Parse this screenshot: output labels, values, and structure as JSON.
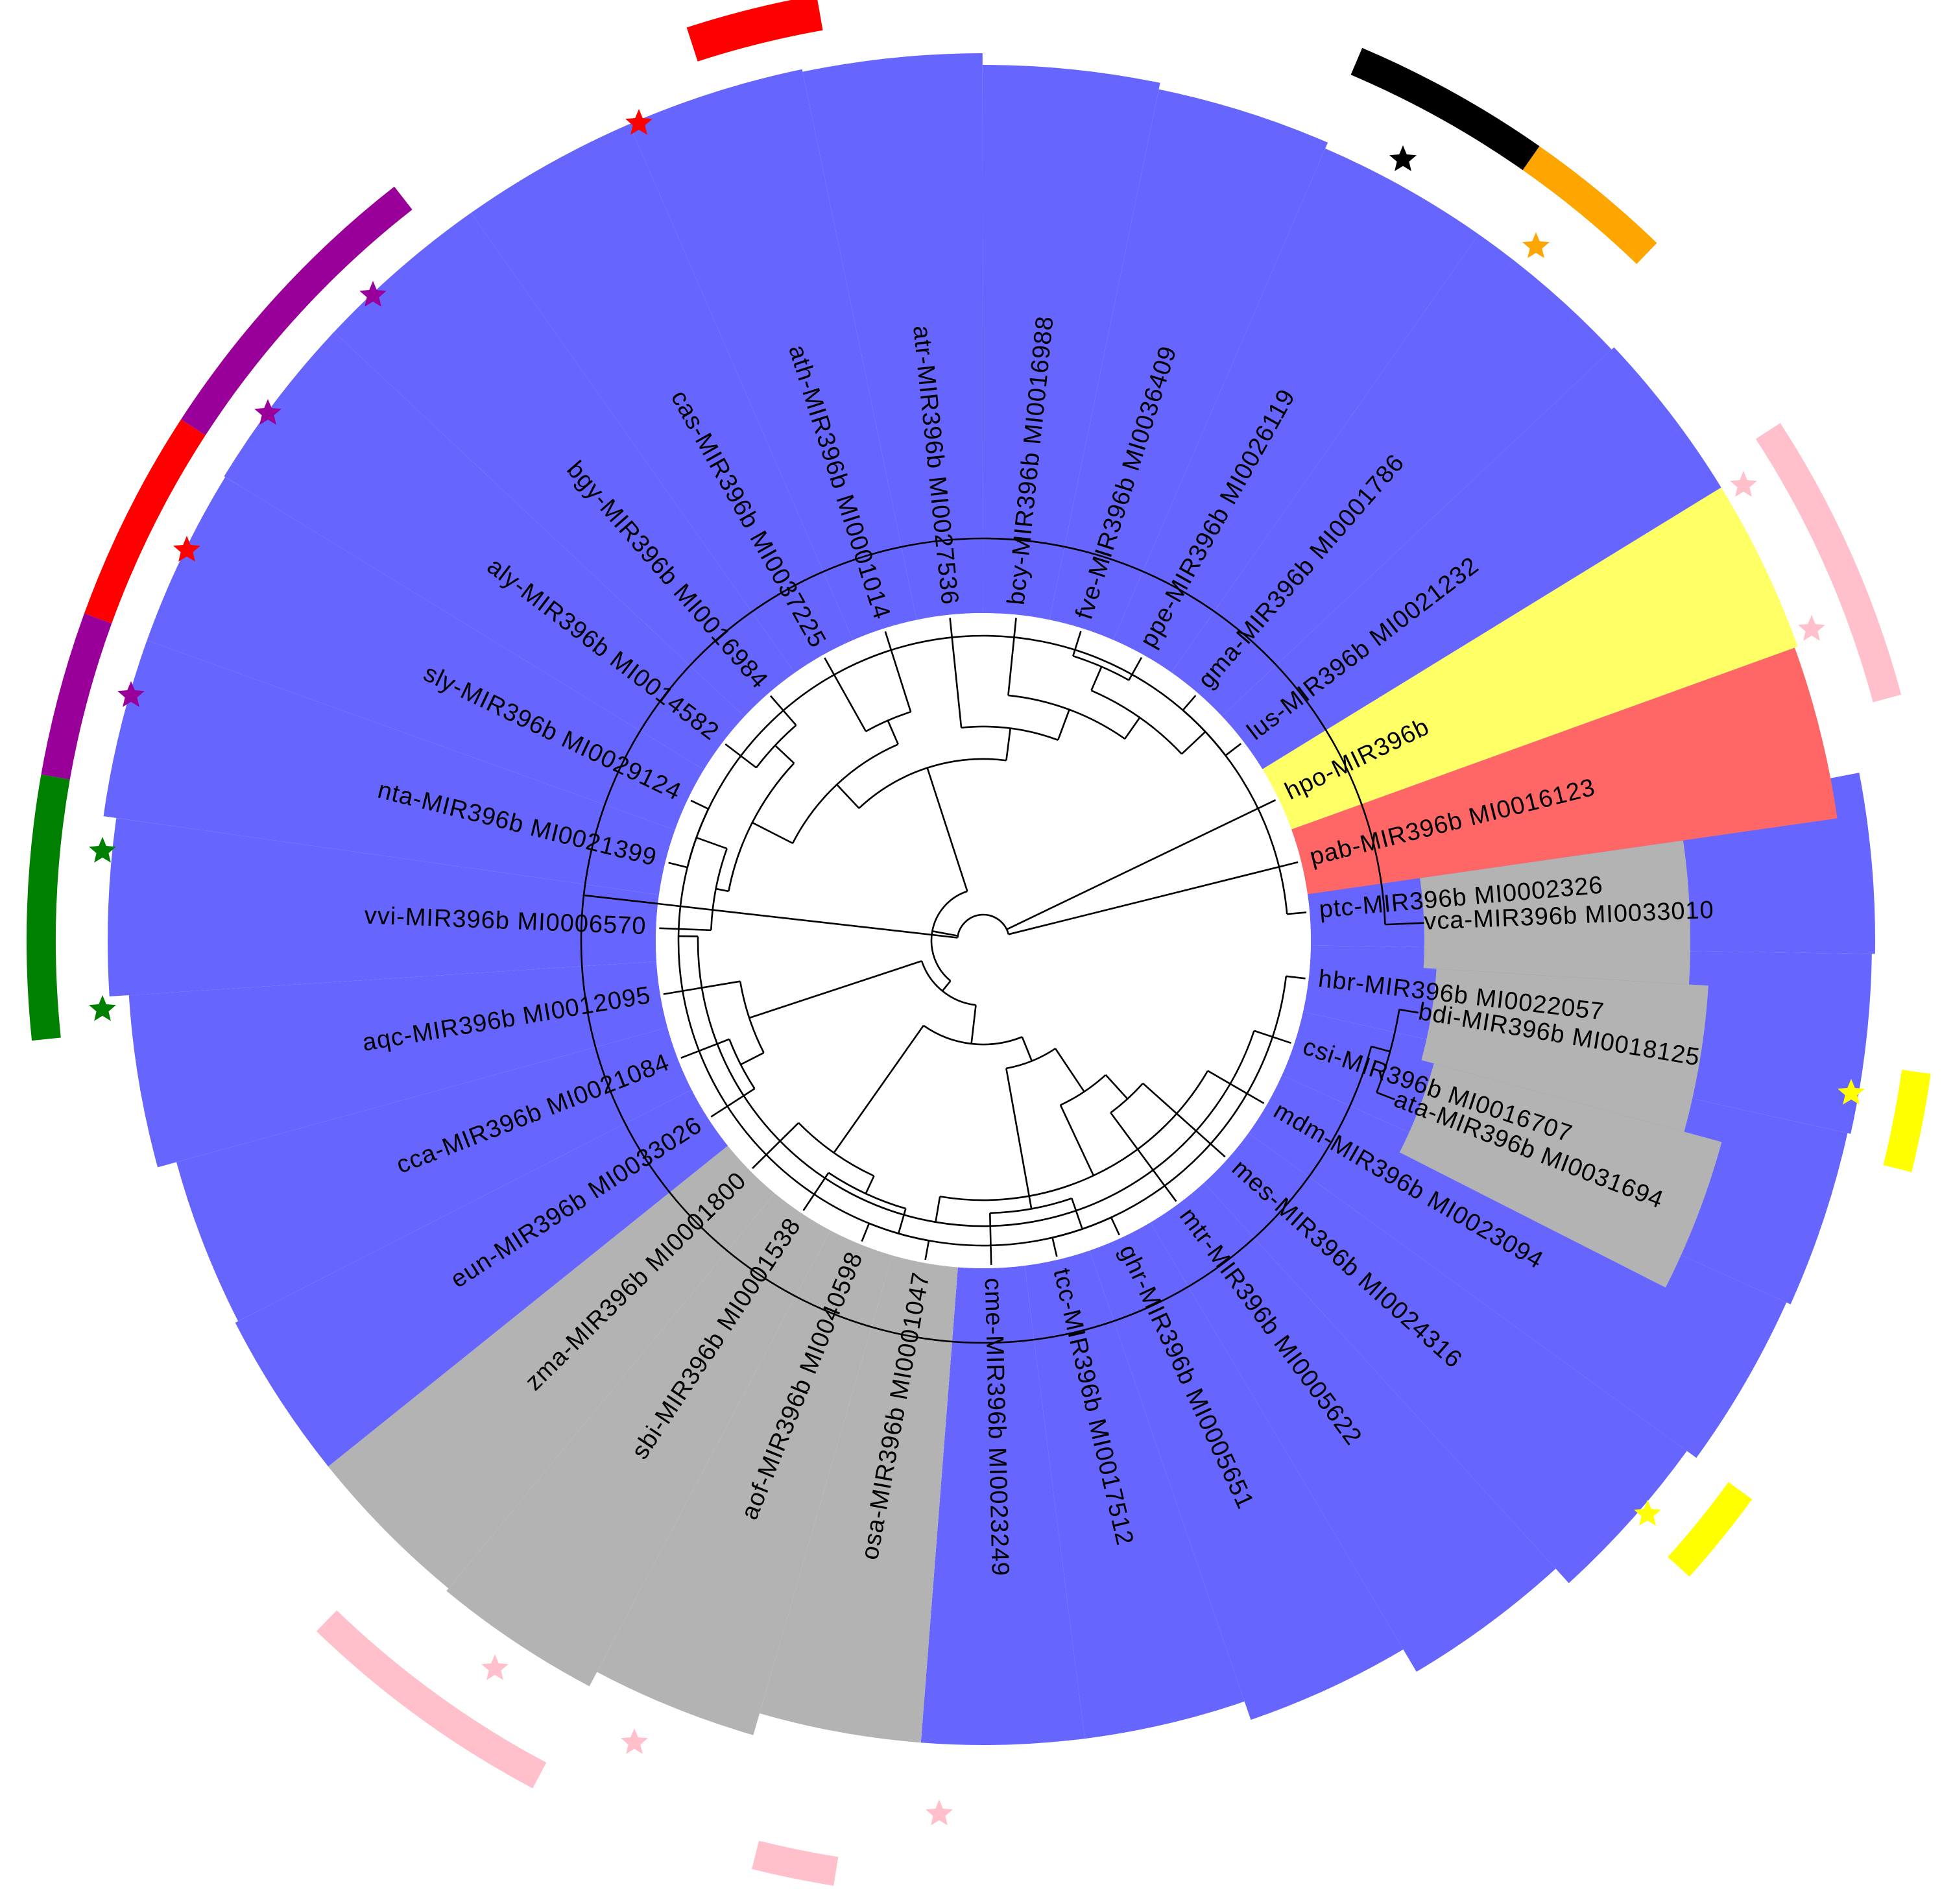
{
  "tree": {
    "leaves": [
      {
        "label": "ptc-MIR396b MI0002326",
        "angle": 355.0,
        "group": "blue"
      },
      {
        "label": "hbr-MIR396b MI0022057",
        "angle": 6.7,
        "group": "blue"
      },
      {
        "label": "csi-MIR396b MI0016707",
        "angle": 18.4,
        "group": "blue"
      },
      {
        "label": "mdm-MIR396b MI0023094",
        "angle": 30.1,
        "group": "blue"
      },
      {
        "label": "mes-MIR396b MI0024316",
        "angle": 41.8,
        "group": "blue"
      },
      {
        "label": "mtr-MIR396b MI0005622",
        "angle": 53.5,
        "group": "blue"
      },
      {
        "label": "ghr-MIR396b MI0005651",
        "angle": 65.2,
        "group": "blue"
      },
      {
        "label": "tcc-MIR396b MI0017512",
        "angle": 76.9,
        "group": "blue"
      },
      {
        "label": "cme-MIR396b MI0023249",
        "angle": 88.6,
        "group": "blue"
      },
      {
        "label": "osa-MIR396b MI0001047",
        "angle": 100.3,
        "group": "gray"
      },
      {
        "label": "aof-MIR396b MI0040598",
        "angle": 112.0,
        "group": "gray"
      },
      {
        "label": "sbi-MIR396b MI0001538",
        "angle": 123.7,
        "group": "gray"
      },
      {
        "label": "zma-MIR396b MI0001800",
        "angle": 135.4,
        "group": "gray"
      },
      {
        "label": "eun-MIR396b MI0033026",
        "angle": 147.1,
        "group": "blue"
      },
      {
        "label": "cca-MIR396b MI0021084",
        "angle": 158.8,
        "group": "blue"
      },
      {
        "label": "aqc-MIR396b MI0012095",
        "angle": 170.5,
        "group": "blue"
      },
      {
        "label": "vvi-MIR396b MI0006570",
        "angle": 182.2,
        "group": "blue"
      },
      {
        "label": "nta-MIR396b MI0021399",
        "angle": 193.9,
        "group": "blue"
      },
      {
        "label": "sly-MIR396b MI0029124",
        "angle": 205.6,
        "group": "blue"
      },
      {
        "label": "aly-MIR396b MI0014582",
        "angle": 217.3,
        "group": "blue"
      },
      {
        "label": "bgy-MIR396b MI0016984",
        "angle": 229.0,
        "group": "blue"
      },
      {
        "label": "cas-MIR396b MI0037225",
        "angle": 240.7,
        "group": "blue"
      },
      {
        "label": "ath-MIR396b MI0001014",
        "angle": 252.4,
        "group": "blue"
      },
      {
        "label": "atr-MIR396b MI0027536",
        "angle": 264.1,
        "group": "blue"
      },
      {
        "label": "bcy-MIR396b MI0016988",
        "angle": 275.8,
        "group": "blue"
      },
      {
        "label": "fve-MIR396b MI0036409",
        "angle": 287.5,
        "group": "blue"
      },
      {
        "label": "ppe-MIR396b MI0026119",
        "angle": 299.2,
        "group": "blue"
      },
      {
        "label": "gma-MIR396b MI0001786",
        "angle": 310.9,
        "group": "blue"
      },
      {
        "label": "lus-MIR396b MI0021232",
        "angle": 322.6,
        "group": "blue"
      },
      {
        "label": "hpo-MIR396b",
        "angle": 334.3,
        "group": "yellow"
      },
      {
        "label": "pab-MIR396b MI0016123",
        "angle": 346.0,
        "group": "salmon"
      },
      {
        "label": "vca-MIR396b MI0033010",
        "angle": 357.7,
        "group": "gray"
      },
      {
        "label": "bdi-MIR396b MI0018125",
        "angle": 9.4,
        "group": "gray"
      },
      {
        "label": "ata-MIR396b MI0031694",
        "angle": 21.1,
        "group": "gray"
      }
    ],
    "clade_colors": {
      "blue": "#6666ff",
      "gray": "#b3b3b3",
      "yellow": "#ffff66",
      "salmon": "#ff6666"
    },
    "marker_colors": {
      "red": "#ff0000",
      "purple": "#990099",
      "green": "#008000",
      "black": "#000000",
      "orange": "#ffa500",
      "pink": "#ffc0cb",
      "yellow": "#ffff00"
    }
  }
}
